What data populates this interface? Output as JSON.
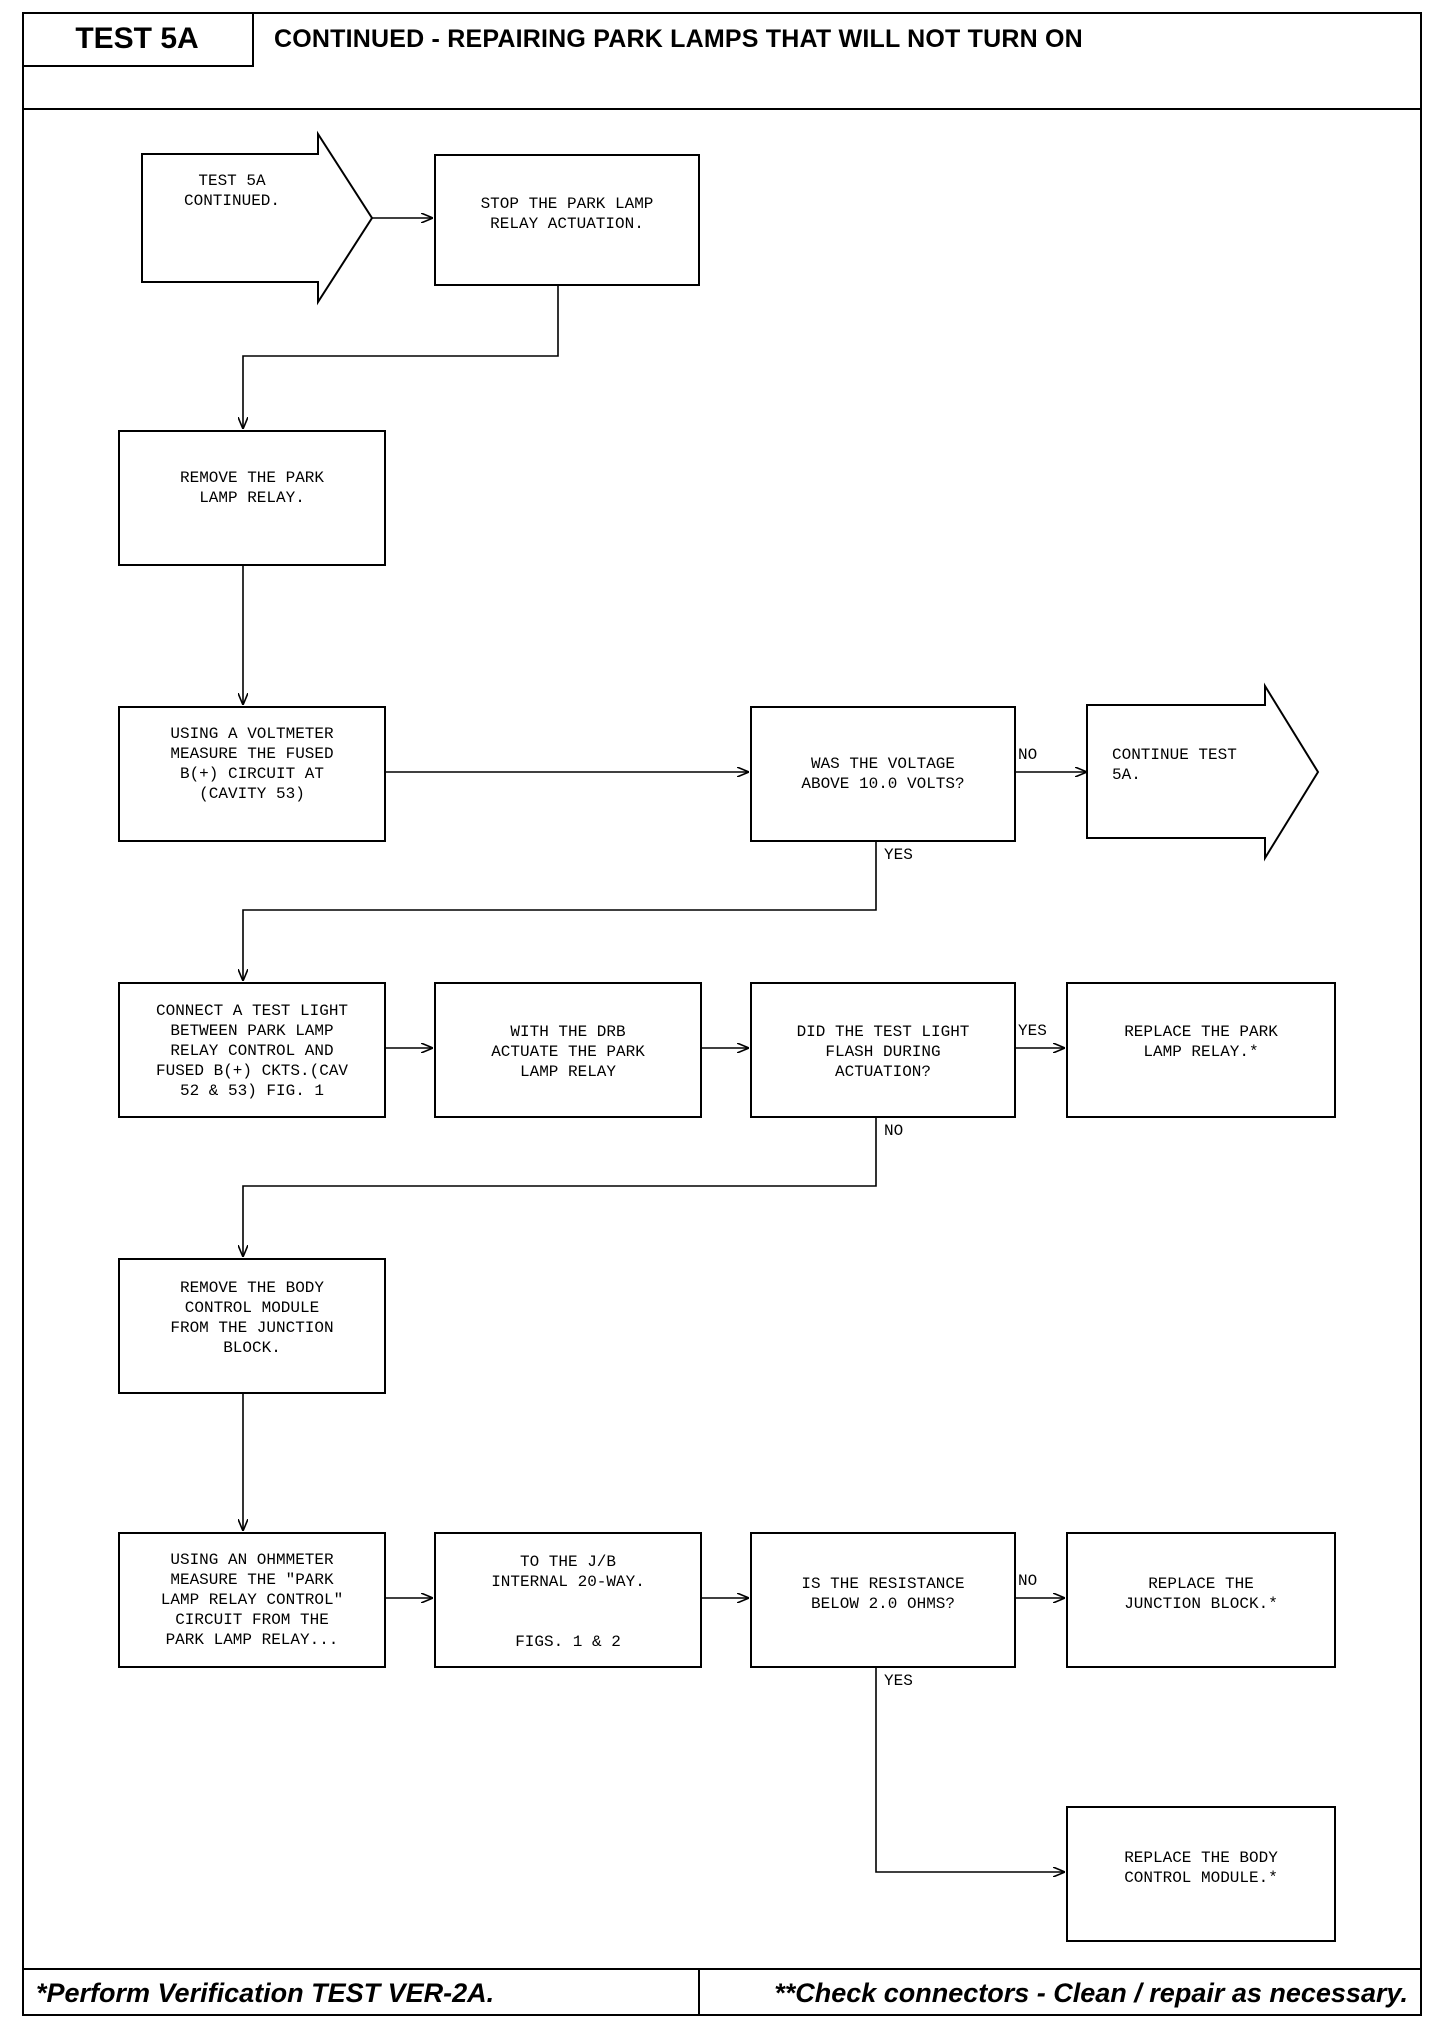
{
  "header": {
    "test_id": "TEST 5A",
    "title": "CONTINUED - REPAIRING PARK LAMPS THAT WILL NOT TURN ON"
  },
  "flow": {
    "start_arrow": "TEST 5A\nCONTINUED.",
    "stop_actuation": "STOP THE PARK LAMP\nRELAY ACTUATION.",
    "remove_relay": "REMOVE THE PARK\nLAMP RELAY.",
    "voltmeter": "USING A VOLTMETER\nMEASURE THE FUSED\nB(+) CIRCUIT AT\n(CAVITY 53)",
    "voltage_question": "WAS THE VOLTAGE\nABOVE 10.0 VOLTS?",
    "continue_arrow": "CONTINUE TEST\n5A.",
    "test_light": "CONNECT A TEST LIGHT\nBETWEEN PARK LAMP\nRELAY CONTROL AND\nFUSED B(+) CKTS.(CAV\n52 & 53) FIG. 1",
    "drb_actuate": "WITH THE DRB\nACTUATE THE PARK\nLAMP RELAY",
    "flash_question": "DID THE TEST LIGHT\nFLASH DURING\nACTUATION?",
    "replace_relay": "REPLACE THE PARK\nLAMP RELAY.*",
    "remove_bcm": "REMOVE THE BODY\nCONTROL MODULE\nFROM THE JUNCTION\nBLOCK.",
    "ohmmeter": "USING AN OHMMETER\nMEASURE THE \"PARK\nLAMP RELAY CONTROL\"\nCIRCUIT FROM THE\nPARK LAMP RELAY...",
    "jb_internal": "TO THE J/B\nINTERNAL 20-WAY.\n\n\nFIGS. 1 & 2",
    "resistance_question": "IS THE RESISTANCE\nBELOW 2.0 OHMS?",
    "replace_jb": "REPLACE THE\nJUNCTION BLOCK.*",
    "replace_bcm": "REPLACE THE BODY\nCONTROL MODULE.*"
  },
  "labels": {
    "no_1": "NO",
    "yes_1": "YES",
    "yes_2": "YES",
    "no_2": "NO",
    "no_3": "NO",
    "yes_3": "YES"
  },
  "footer": {
    "left": "*Perform Verification TEST VER-2A.",
    "right": "**Check connectors - Clean / repair as necessary."
  }
}
